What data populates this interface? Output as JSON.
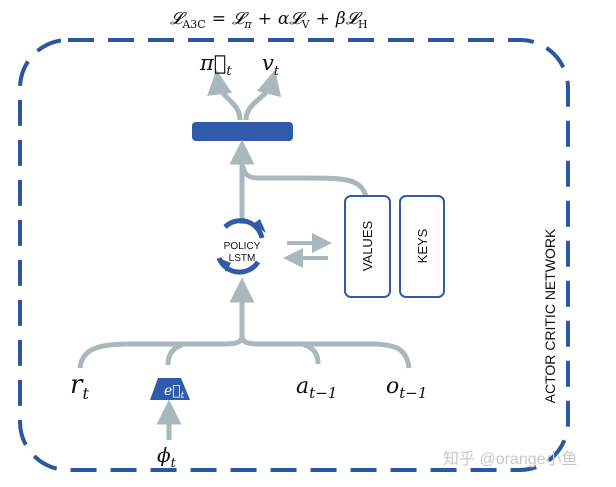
{
  "formula": {
    "lhs": "𝓛",
    "lhs_sub": "A3C",
    "eq": "=",
    "t1": "𝓛",
    "t1_sub": "π",
    "plus1": "+",
    "alpha": "α",
    "t2": "𝓛",
    "t2_sub": "V",
    "plus2": "+",
    "beta": "β",
    "t3": "𝓛",
    "t3_sub": "H"
  },
  "outputs": {
    "policy": "π⃗",
    "policy_sub": "t",
    "value": "v",
    "value_sub": "t"
  },
  "lstm": {
    "line1": "POLICY",
    "line2": "LSTM"
  },
  "memory": {
    "values": "VALUES",
    "keys": "KEYS"
  },
  "inputs": {
    "reward": "r",
    "reward_sub": "t",
    "embedding": "e⃗",
    "embedding_sup": "′",
    "embedding_sub": "t",
    "action": "a",
    "action_sub": "t−1",
    "obs": "o",
    "obs_sub": "t−1",
    "phi": "ϕ",
    "phi_sub": "t"
  },
  "network_label": "ACTOR CRITIC NETWORK",
  "watermark": "知乎 @orange小鱼",
  "colors": {
    "blue": "#2f5ba8",
    "gray": "#a9b8bd",
    "dash": "#2c56a0"
  }
}
